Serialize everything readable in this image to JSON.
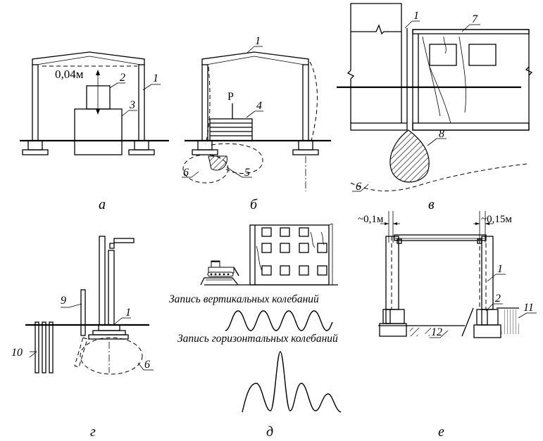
{
  "panels": {
    "a": {
      "label": "а",
      "dimension": "0,04м",
      "callouts": [
        "1",
        "2",
        "3"
      ]
    },
    "b": {
      "label": "б",
      "load": "Р",
      "callouts": [
        "1",
        "4",
        "5",
        "6"
      ]
    },
    "v": {
      "label": "в",
      "callouts": [
        "1",
        "7",
        "8",
        "6"
      ]
    },
    "g": {
      "label": "г",
      "callouts": [
        "9",
        "1",
        "10",
        "6"
      ]
    },
    "d": {
      "label": "д",
      "record_vertical": "Запись вертикальных колебаний",
      "record_horizontal": "Запись горизонтальных колебаний"
    },
    "e": {
      "label": "е",
      "dim_left": "~0,1м",
      "dim_right": "~0,15м",
      "callouts": [
        "1",
        "2",
        "11",
        "12"
      ]
    }
  }
}
